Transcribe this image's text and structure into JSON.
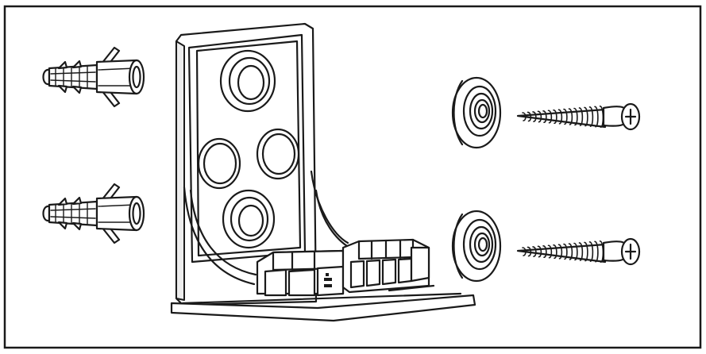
{
  "figure": {
    "parts": [
      {
        "id": "wall-plug-1",
        "icon": "wall-plug-icon"
      },
      {
        "id": "wall-plug-2",
        "icon": "wall-plug-icon"
      },
      {
        "id": "mounting-bracket",
        "icon": "bracket-icon"
      },
      {
        "id": "washer-1",
        "icon": "washer-icon"
      },
      {
        "id": "washer-2",
        "icon": "washer-icon"
      },
      {
        "id": "screw-1",
        "icon": "phillips-screw-icon"
      },
      {
        "id": "screw-2",
        "icon": "phillips-screw-icon"
      }
    ],
    "colors": {
      "line": "#1a1a1a",
      "background": "#ffffff",
      "shade": "#ededed"
    }
  }
}
